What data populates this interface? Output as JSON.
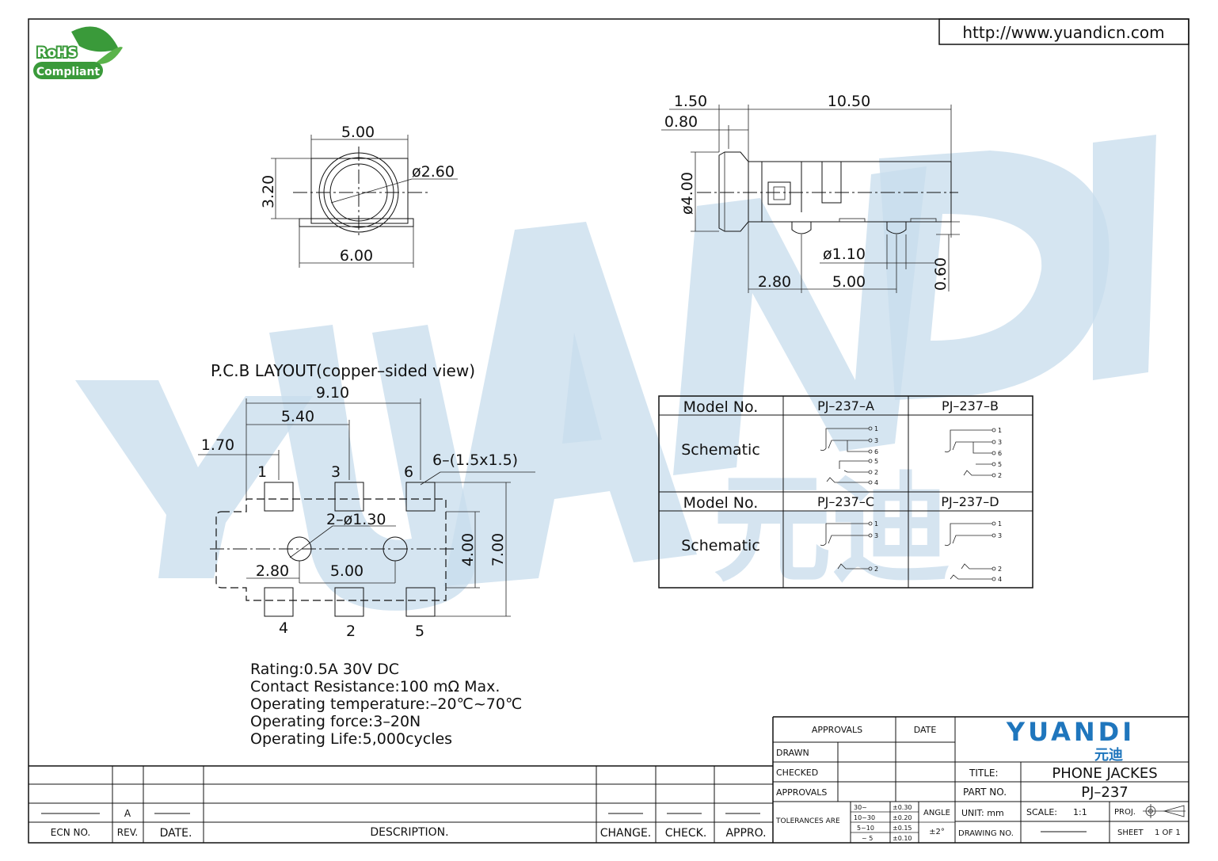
{
  "url": "http://www.yuandicn.com",
  "rohs": {
    "line1": "RoHS",
    "line2": "Compliant"
  },
  "watermark": {
    "text": "YUANDI",
    "cn": "元迪"
  },
  "front_view": {
    "width_top": "5.00",
    "height": "3.20",
    "diameter": "ø2.60",
    "width_bottom": "6.00"
  },
  "side_view": {
    "d150": "1.50",
    "d1050": "10.50",
    "d080": "0.80",
    "d400": "ø4.00",
    "d110": "ø1.10",
    "d060": "0.60",
    "d280": "2.80",
    "d500": "5.00"
  },
  "pcb": {
    "title": "P.C.B   LAYOUT(copper–sided  view)",
    "d910": "9.10",
    "d540": "5.40",
    "d170": "1.70",
    "pads_note": "6–(1.5x1.5)",
    "holes_note": "2–ø1.30",
    "d400": "4.00",
    "d700": "7.00",
    "d280": "2.80",
    "d500": "5.00",
    "pin1": "1",
    "pin3": "3",
    "pin6": "6",
    "pin4": "4",
    "pin2": "2",
    "pin5": "5"
  },
  "specs": [
    "Rating:0.5A  30V  DC",
    "Contact  Resistance:100  mΩ  Max.",
    "Operating  temperature:–20℃~70℃",
    "Operating  force:3–20N",
    "Operating  Life:5,000cycles"
  ],
  "model_table": {
    "model_label": "Model  No.",
    "schematic_label": "Schematic",
    "a": "PJ–237–A",
    "b": "PJ–237–B",
    "c": "PJ–237–C",
    "d": "PJ–237–D",
    "n1": "1",
    "n2": "2",
    "n3": "3",
    "n4": "4",
    "n5": "5",
    "n6": "6"
  },
  "revision": {
    "ecn_no": "ECN  NO.",
    "rev": "REV.",
    "date": "DATE.",
    "description": "DESCRIPTION.",
    "change": "CHANGE.",
    "check": "CHECK.",
    "appro": "APPRO.",
    "rev_value": "A"
  },
  "title_block": {
    "approvals": "APPROVALS",
    "date": "DATE",
    "drawn": "DRAWN",
    "checked": "CHECKED",
    "approvals2": "APPROVALS",
    "brand": "YUANDI",
    "brand_cn": "元迪",
    "title_label": "TITLE:",
    "title": "PHONE  JACKES",
    "part_label": "PART  NO.",
    "part": "PJ–237",
    "tolerances": "TOLERANCES  ARE",
    "tol_r1a": "30~",
    "tol_r1b": "±0.30",
    "tol_r2a": "10~30",
    "tol_r2b": "±0.20",
    "tol_r3a": "5~10",
    "tol_r3b": "±0.15",
    "tol_r4a": "~ 5",
    "tol_r4b": "±0.10",
    "angle": "ANGLE",
    "angle_val": "±2°",
    "unit": "UNIT:  mm",
    "scale_label": "SCALE:",
    "scale": "1:1",
    "proj": "PROJ.",
    "drawing_no": "DRAWING  NO.",
    "sheet_label": "SHEET",
    "sheet": "1  OF  1"
  }
}
